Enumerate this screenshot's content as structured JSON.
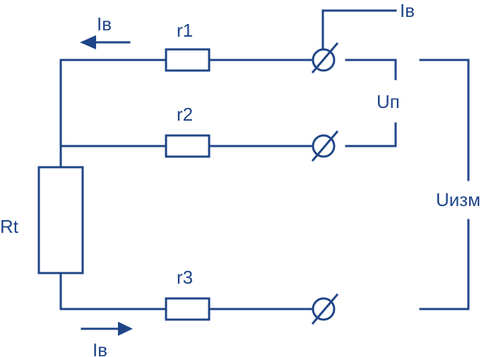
{
  "diagram": {
    "title": "Three-wire RTD connection",
    "colors": {
      "stroke": "#1f4588",
      "background": "#ffffff"
    },
    "labels": {
      "current_top_left": "Iв",
      "current_top_right": "Iв",
      "current_bottom": "Iв",
      "r1": "r1",
      "r2": "r2",
      "r3": "r3",
      "rt": "Rt",
      "u_lead": "Uп",
      "u_meas": "Uизм"
    },
    "components": [
      {
        "id": "r1",
        "type": "resistor"
      },
      {
        "id": "r2",
        "type": "resistor"
      },
      {
        "id": "r3",
        "type": "resistor"
      },
      {
        "id": "Rt",
        "type": "resistor"
      },
      {
        "id": "t1",
        "type": "terminal"
      },
      {
        "id": "t2",
        "type": "terminal"
      },
      {
        "id": "t3",
        "type": "terminal"
      }
    ],
    "arrows": [
      {
        "id": "current-arrow-top",
        "direction": "left"
      },
      {
        "id": "current-arrow-bottom",
        "direction": "right"
      }
    ]
  }
}
